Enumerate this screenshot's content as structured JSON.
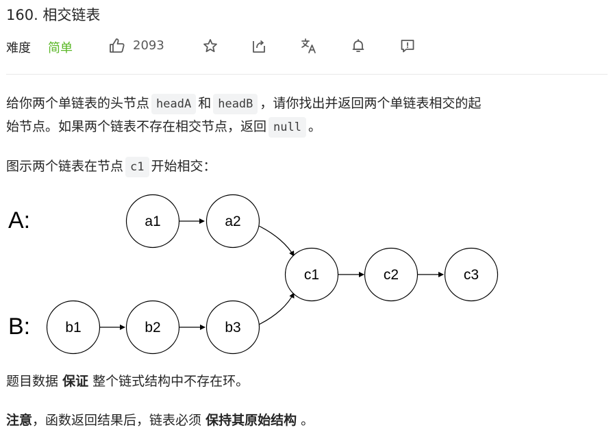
{
  "problem": {
    "title": "160. 相交链表",
    "difficulty_label": "难度",
    "difficulty_value": "简单",
    "likes": "2093"
  },
  "colors": {
    "difficulty_easy": "#5ab726",
    "text": "#262626",
    "icon": "#595959",
    "code_bg": "#f2f3f4"
  },
  "icons": [
    "thumbs-up-icon",
    "star-icon",
    "share-icon",
    "translate-icon",
    "bell-icon",
    "feedback-icon"
  ],
  "content": {
    "p1_a": "给你两个单链表的头节点",
    "p1_code1": "headA",
    "p1_b": "和",
    "p1_code2": "headB",
    "p1_c": "，请你找出并返回两个单链表相交的起",
    "p1_d": "始节点。如果两个链表不存在相交节点，返回",
    "p1_code3": "null",
    "p1_e": "。",
    "p2_a": "图示两个链表在节点",
    "p2_code": "c1",
    "p2_b": "开始相交：",
    "p3_a": "题目数据",
    "p3_bold": "保证",
    "p3_b": "整个链式结构中不存在环。",
    "p4_bold1": "注意",
    "p4_a": "，函数返回结果后，链表必须",
    "p4_bold2": "保持其原始结构",
    "p4_b": "。"
  },
  "diagram": {
    "label_a": "A:",
    "label_b": "B:",
    "nodes": {
      "a1": "a1",
      "a2": "a2",
      "b1": "b1",
      "b2": "b2",
      "b3": "b3",
      "c1": "c1",
      "c2": "c2",
      "c3": "c3"
    }
  }
}
